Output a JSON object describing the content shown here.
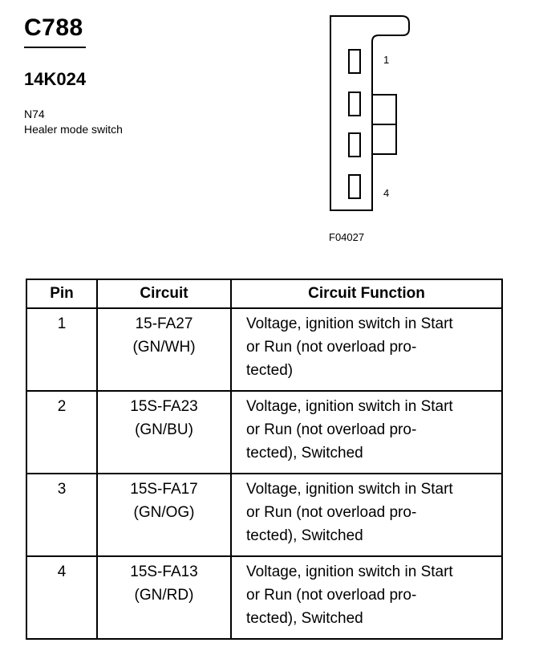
{
  "header": {
    "connector_id": "C788",
    "part_number": "14K024",
    "location": "N74",
    "component": "Healer mode switch"
  },
  "diagram": {
    "pin_labels": [
      "1",
      "4"
    ],
    "figure_id": "F04027"
  },
  "table": {
    "headers": [
      "Pin",
      "Circuit",
      "Circuit Function"
    ],
    "rows": [
      {
        "pin": "1",
        "circuit": [
          "15-FA27",
          "(GN/WH)"
        ],
        "function": [
          "Voltage, ignition switch in Start",
          "or Run (not overload pro-",
          "tected)"
        ]
      },
      {
        "pin": "2",
        "circuit": [
          "15S-FA23",
          "(GN/BU)"
        ],
        "function": [
          "Voltage, ignition switch in Start",
          "or Run (not overload pro-",
          "tected), Switched"
        ]
      },
      {
        "pin": "3",
        "circuit": [
          "15S-FA17",
          "(GN/OG)"
        ],
        "function": [
          "Voltage, ignition switch in Start",
          "or Run (not overload pro-",
          "tected), Switched"
        ]
      },
      {
        "pin": "4",
        "circuit": [
          "15S-FA13",
          "(GN/RD)"
        ],
        "function": [
          "Voltage, ignition switch in Start",
          "or Run (not overload pro-",
          "tected), Switched"
        ]
      }
    ]
  }
}
